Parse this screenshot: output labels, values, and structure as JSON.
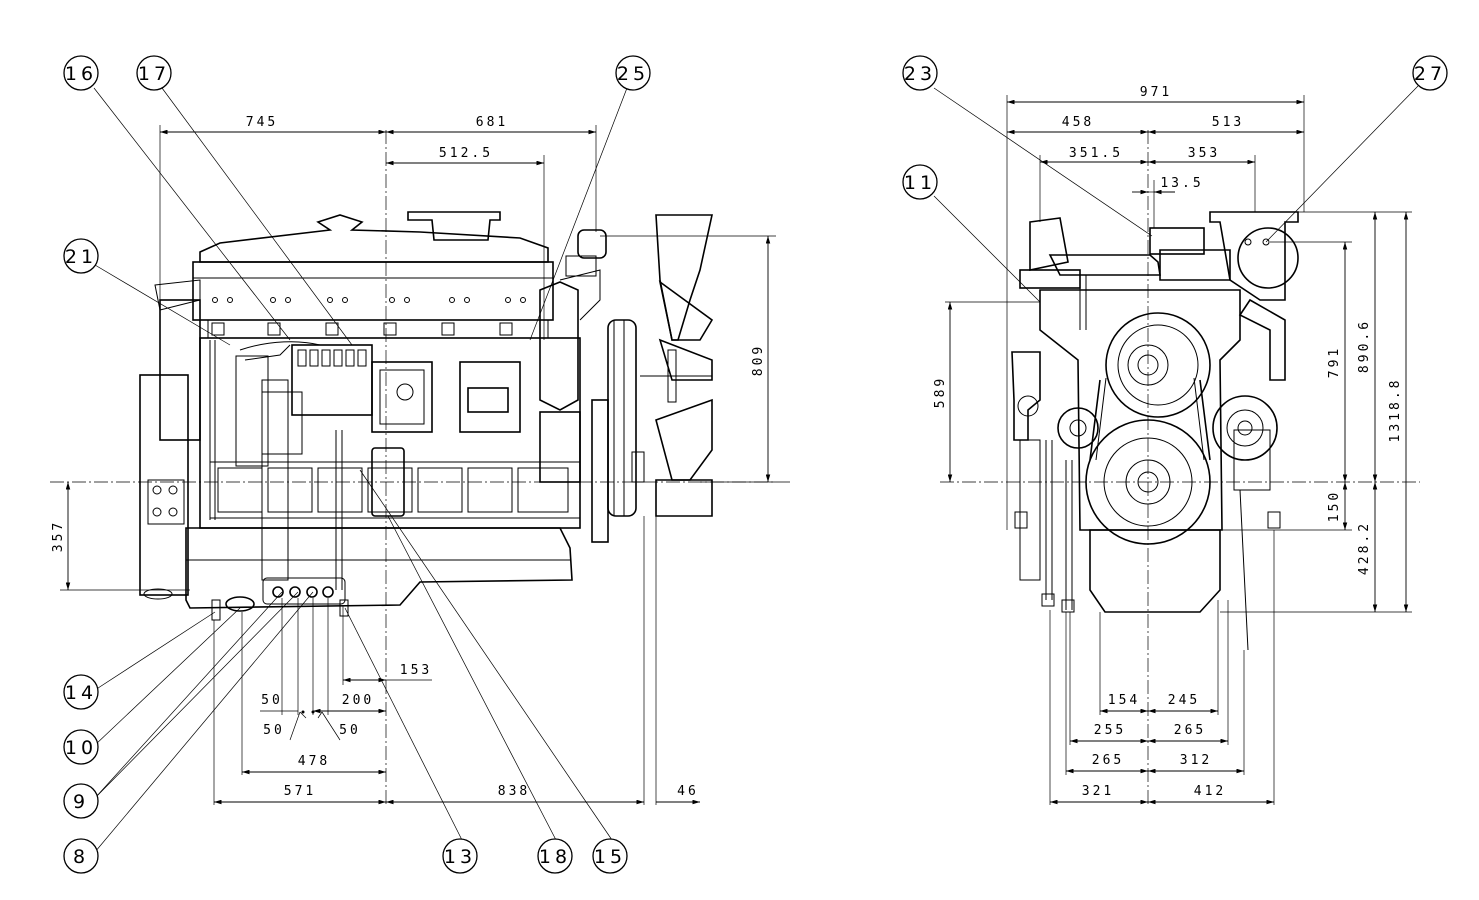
{
  "drawing": {
    "title": "",
    "side_view": {
      "dimensions": {
        "d745": "745",
        "d681": "681",
        "d512_5": "512.5",
        "d809": "809",
        "d357": "357",
        "d153": "153",
        "d50a": "50",
        "d200": "200",
        "d50b": "50",
        "d50c": "50",
        "d478": "478",
        "d571": "571",
        "d838": "838",
        "d46": "46"
      },
      "balloons": {
        "b16": "16",
        "b17": "17",
        "b25": "25",
        "b21": "21",
        "b14": "14",
        "b10": "10",
        "b9": "9",
        "b8": "8",
        "b13": "13",
        "b18": "18",
        "b15": "15"
      }
    },
    "front_view": {
      "dimensions": {
        "d971": "971",
        "d458": "458",
        "d513": "513",
        "d351_5": "351.5",
        "d353": "353",
        "d13_5": "13.5",
        "d589": "589",
        "d791": "791",
        "d890_6": "890.6",
        "d1318_8": "1318.8",
        "d150": "150",
        "d428_2": "428.2",
        "d154": "154",
        "d245": "245",
        "d255": "255",
        "d265a": "265",
        "d265b": "265",
        "d312": "312",
        "d321": "321",
        "d412": "412"
      },
      "balloons": {
        "b23": "23",
        "b27": "27",
        "b11": "11"
      }
    }
  }
}
